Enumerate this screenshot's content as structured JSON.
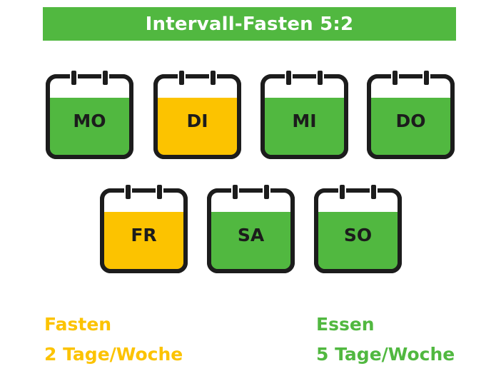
{
  "title": "Intervall-Fasten 5:2",
  "colors": {
    "eat": "#51b840",
    "fast": "#fcc300",
    "outline": "#1c1c1c",
    "title_bg": "#51b840",
    "title_text": "#ffffff"
  },
  "days": [
    {
      "label": "MO",
      "type": "eat"
    },
    {
      "label": "DI",
      "type": "fast"
    },
    {
      "label": "MI",
      "type": "eat"
    },
    {
      "label": "DO",
      "type": "eat"
    },
    {
      "label": "FR",
      "type": "fast"
    },
    {
      "label": "SA",
      "type": "eat"
    },
    {
      "label": "SO",
      "type": "eat"
    }
  ],
  "legend": {
    "fast": {
      "title": "Fasten",
      "subtitle": "2 Tage/Woche"
    },
    "eat": {
      "title": "Essen",
      "subtitle": "5 Tage/Woche"
    }
  }
}
